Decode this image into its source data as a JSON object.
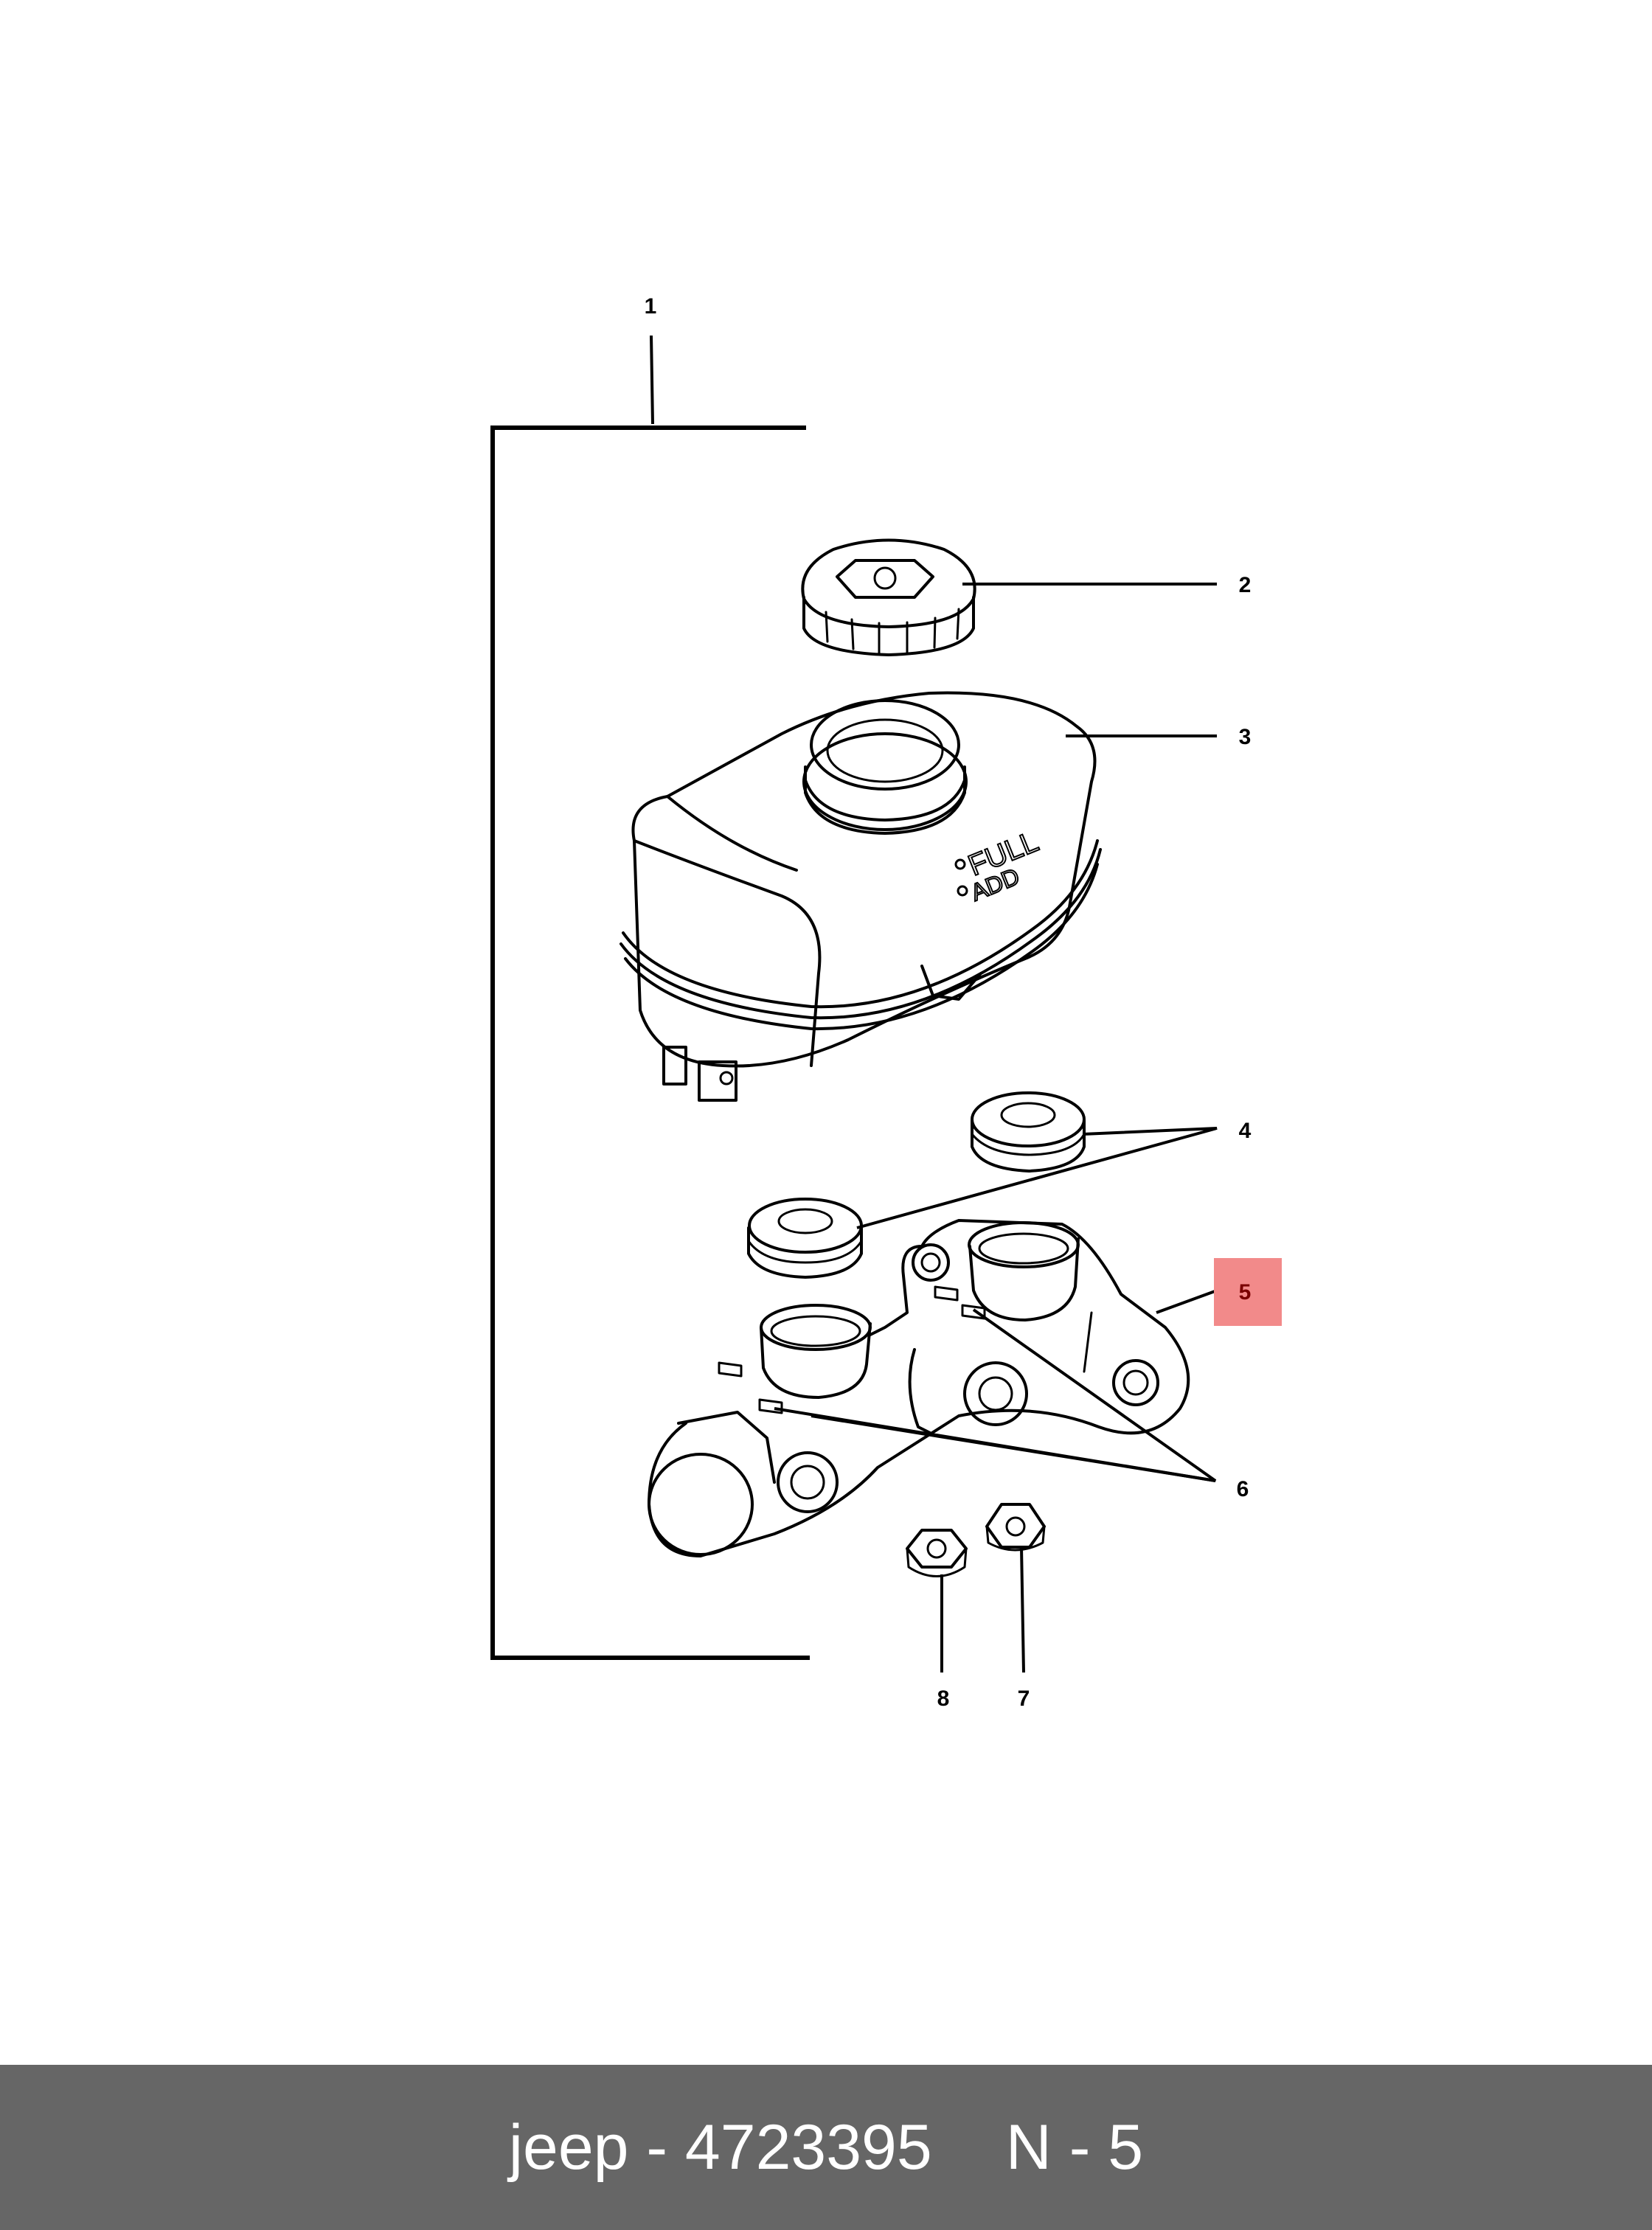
{
  "callouts": [
    {
      "id": "1",
      "label": "1"
    },
    {
      "id": "2",
      "label": "2"
    },
    {
      "id": "3",
      "label": "3"
    },
    {
      "id": "4",
      "label": "4"
    },
    {
      "id": "5",
      "label": "5",
      "highlighted": true
    },
    {
      "id": "6",
      "label": "6"
    },
    {
      "id": "7",
      "label": "7"
    },
    {
      "id": "8",
      "label": "8"
    }
  ],
  "reservoir_markings": {
    "full": "FULL",
    "add": "ADD"
  },
  "footer": {
    "part_text": "jeep - 4723395",
    "ref_text": "N - 5",
    "background_color": "#666666",
    "text_color": "#ffffff"
  },
  "colors": {
    "highlight": "#f28a8a",
    "ink": "#000000",
    "background": "#ffffff"
  }
}
